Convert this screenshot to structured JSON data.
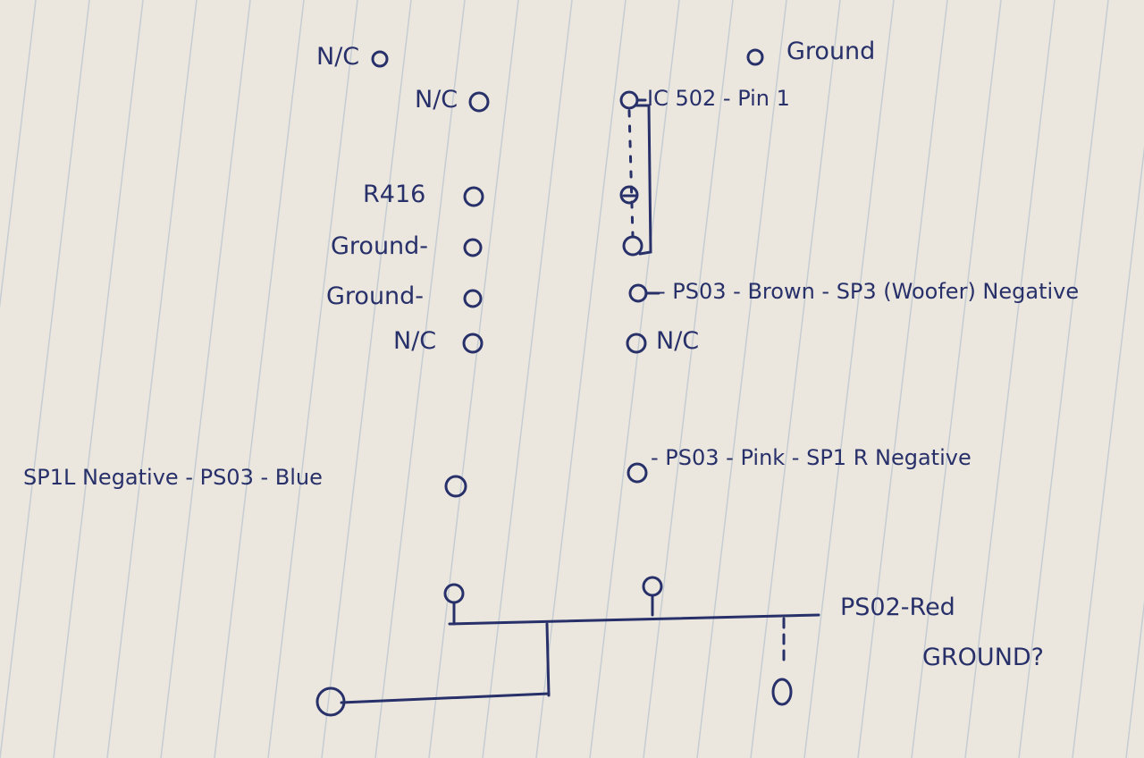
{
  "colors": {
    "paper": "#ebe7df",
    "rule": "#c6cdd2",
    "ink": "#28306a"
  },
  "left_pins": [
    "N/C",
    "N/C",
    "R416",
    "Ground-",
    "Ground-",
    "N/C"
  ],
  "right_pins": {
    "ground": "Ground",
    "ic_pin": "IC 502 - Pin 1",
    "woofer_neg": "- PS03 - Brown - SP3 (Woofer) Negative",
    "nc": "N/C"
  },
  "left_speaker": "SP1L  Negative - PS03 - Blue",
  "right_speaker": "- PS03 - Pink - SP1 R  Negative",
  "bottom": {
    "wire": "PS02-Red",
    "question": "GROUND?"
  }
}
